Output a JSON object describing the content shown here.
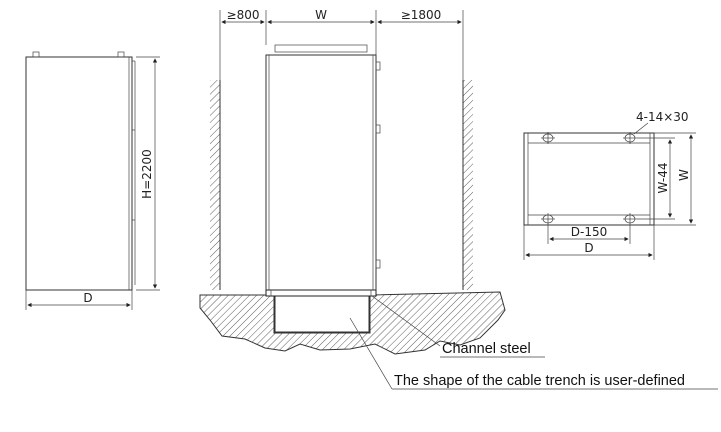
{
  "side_view": {
    "height_label": "H=2200",
    "depth_label": "D"
  },
  "front_view": {
    "left_clearance": "≥800",
    "width_label": "W",
    "right_clearance": "≥1800"
  },
  "base_plan": {
    "bolt_label": "4-14×30",
    "inner_width_label": "W-44",
    "width_label": "W",
    "inner_depth_label": "D-150",
    "depth_label": "D"
  },
  "callouts": {
    "channel_steel": "Channel steel",
    "cable_trench": "The shape of the cable trench is user-defined"
  }
}
